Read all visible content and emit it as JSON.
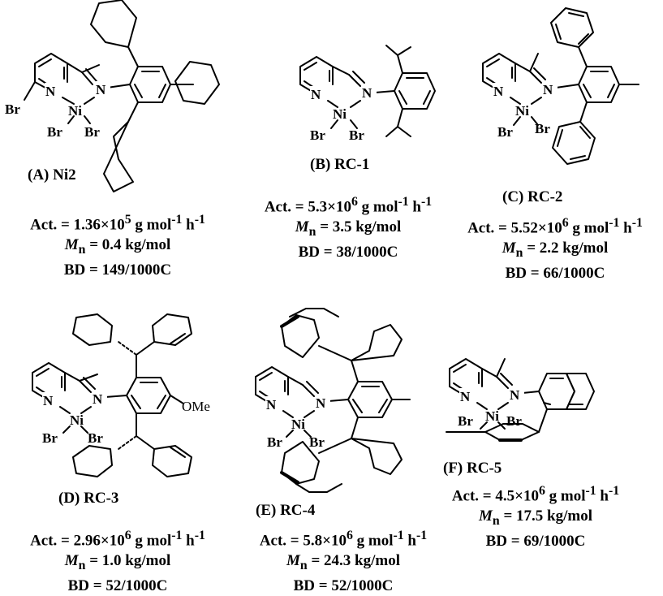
{
  "atoms": {
    "N": "N",
    "Ni": "Ni",
    "Br": "Br",
    "OMe": "OMe"
  },
  "catalysts": [
    {
      "label": "(A) Ni2",
      "act": "Act. = 1.36×10",
      "act_exp": "5",
      "act_unit": " g mol",
      "mn_value": " = 0.4 kg/mol",
      "bd": "BD = 149/1000C"
    },
    {
      "label": "(B) RC-1",
      "act": "Act. = 5.3×10",
      "act_exp": "6",
      "act_unit": " g mol",
      "mn_value": " = 3.5 kg/mol",
      "bd": "BD = 38/1000C"
    },
    {
      "label": "(C) RC-2",
      "act": "Act. = 5.52×10",
      "act_exp": "6",
      "act_unit": " g mol",
      "mn_value": " = 2.2 kg/mol",
      "bd": "BD = 66/1000C"
    },
    {
      "label": "(D) RC-3",
      "act": "Act. = 2.96×10",
      "act_exp": "6",
      "act_unit": " g mol",
      "mn_value": " = 1.0 kg/mol",
      "bd": "BD = 52/1000C"
    },
    {
      "label": "(E) RC-4",
      "act": "Act. = 5.8×10",
      "act_exp": "6",
      "act_unit": " g mol",
      "mn_value": " = 24.3 kg/mol",
      "bd": "BD = 52/1000C"
    },
    {
      "label": "(F) RC-5",
      "act": "Act. = 4.5×10",
      "act_exp": "6",
      "act_unit": " g mol",
      "mn_value": " = 17.5 kg/mol",
      "bd": "BD = 69/1000C"
    }
  ],
  "units": {
    "mol_exp": "-1",
    "h": " h",
    "h_exp": "-1",
    "mn_symbol": "M",
    "mn_sub": "n"
  }
}
